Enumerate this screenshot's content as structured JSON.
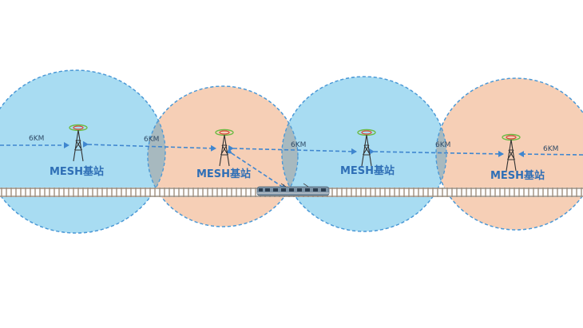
{
  "diagram": {
    "station_label": "MESH基站",
    "distance_label": "6KM",
    "colors": {
      "blue_zone": "#a8dcf2",
      "blue_edge": "#4a98d6",
      "orange_zone": "#f6cfb6",
      "orange_edge": "#4a98d6",
      "overlap": "#a7b9bf",
      "arrow": "#3f86cf",
      "label": "#2f6fb6",
      "track_rail": "#8a7c6e",
      "track_sleeper": "#b8aa9c",
      "train_body": "#7c93a6",
      "train_window": "#2c3e50",
      "tower": "#333333",
      "signal_green": "#6dbb45",
      "signal_red": "#d9473a"
    },
    "stations": [
      {
        "id": "station-1",
        "label": "MESH基站",
        "zone": "blue"
      },
      {
        "id": "station-2",
        "label": "MESH基站",
        "zone": "orange"
      },
      {
        "id": "station-3",
        "label": "MESH基站",
        "zone": "blue"
      },
      {
        "id": "station-4",
        "label": "MESH基站",
        "zone": "orange"
      }
    ],
    "links": [
      {
        "id": "link-left-edge",
        "label": "6KM"
      },
      {
        "id": "link-1-2",
        "label": "6KM"
      },
      {
        "id": "link-2-3",
        "label": "6KM"
      },
      {
        "id": "link-3-4",
        "label": "6KM"
      },
      {
        "id": "link-right-edge",
        "label": "6KM"
      }
    ],
    "train_icon": "train-icon",
    "tower_icon": "radio-tower-icon"
  }
}
